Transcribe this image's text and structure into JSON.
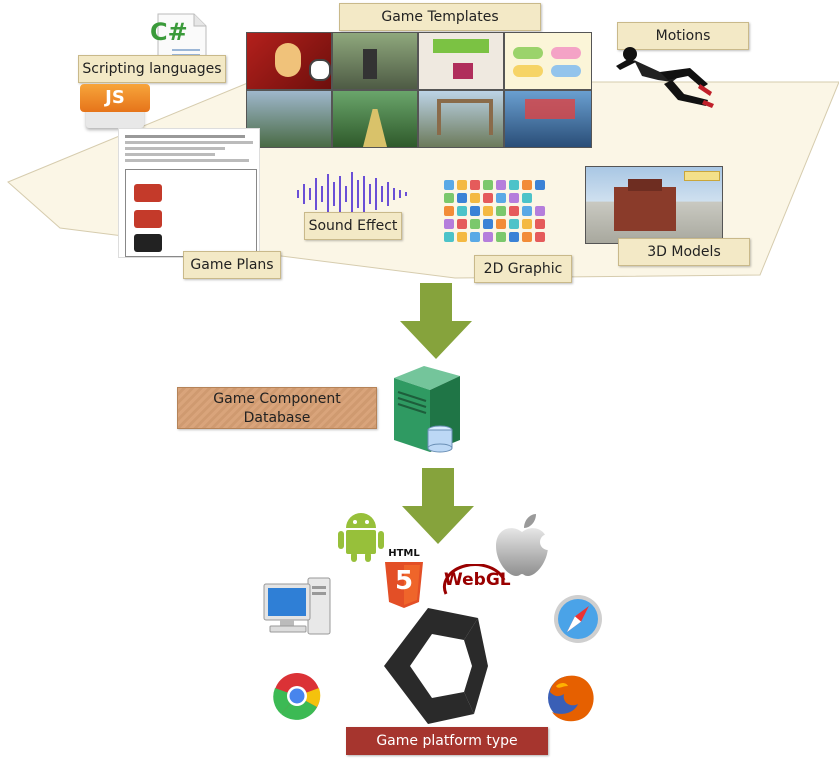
{
  "labels": {
    "scripting_languages": "Scripting languages",
    "game_templates": "Game Templates",
    "motions": "Motions",
    "sound_effect": "Sound Effect",
    "game_plans": "Game Plans",
    "graphic_2d": "2D Graphic",
    "models_3d": "3D Models",
    "database_line1": "Game Component",
    "database_line2": "Database",
    "platform_type": "Game platform type"
  },
  "icons": {
    "csharp": "C#",
    "js": "JS",
    "html": "HTML",
    "html5_digit": "5",
    "webgl": "WebGL"
  },
  "colors": {
    "label_bg": "#f3e9c6",
    "db_label_bg": "#d9a47b",
    "platform_bg": "#a6352e",
    "arrow": "#86a33c"
  }
}
